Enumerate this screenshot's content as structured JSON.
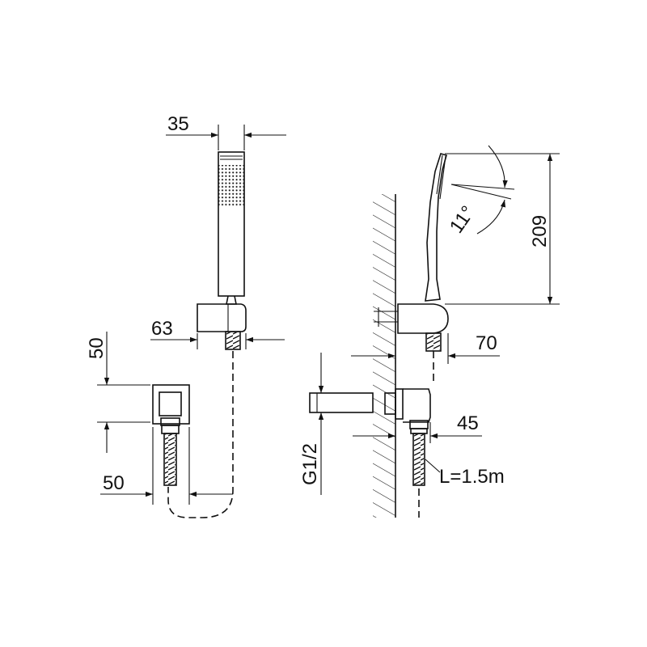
{
  "diagram": {
    "dimensions": {
      "handset_width": "35",
      "holder_width": "63",
      "outlet_height": "50",
      "outlet_width": "50",
      "wall_projection": "70",
      "outlet_projection": "45",
      "handset_height": "209",
      "tilt_angle": "11°",
      "thread": "G1/2",
      "hose_length": "L=1.5m"
    }
  }
}
